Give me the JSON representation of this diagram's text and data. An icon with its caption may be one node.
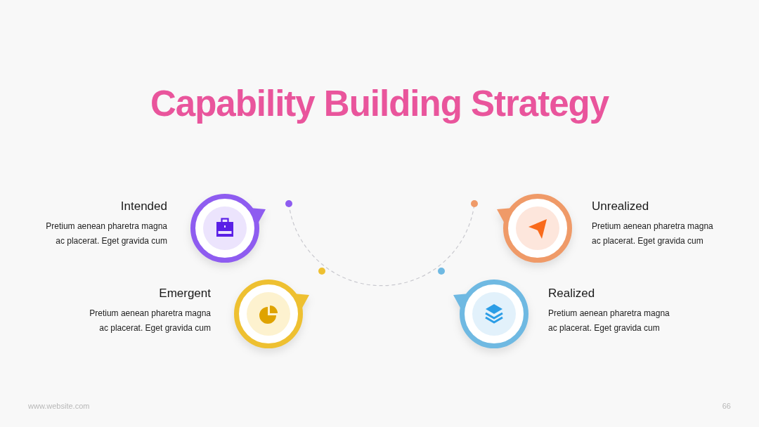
{
  "diagram": {
    "title": "Capability Building Strategy",
    "nodes": [
      {
        "text": [],
        "shape": "circle",
        "beside": [
          "Intended",
          "Pretium aenean pharetra magna ac placerat. Eget gravida cum"
        ]
      },
      {
        "text": [],
        "shape": "circle",
        "beside": [
          "Unrealized",
          "Pretium aenean pharetra magna ac placerat. Eget gravida cum"
        ]
      },
      {
        "text": [],
        "shape": "circle",
        "beside": [
          "Emergent",
          "Pretium aenean pharetra magna ac placerat. Eget gravida cum"
        ]
      },
      {
        "text": [],
        "shape": "circle",
        "beside": [
          "Realized",
          "Pretium aenean pharetra magna ac placerat. Eget gravida cum"
        ]
      }
    ],
    "labels": [
      "www.website.com",
      "66"
    ]
  }
}
